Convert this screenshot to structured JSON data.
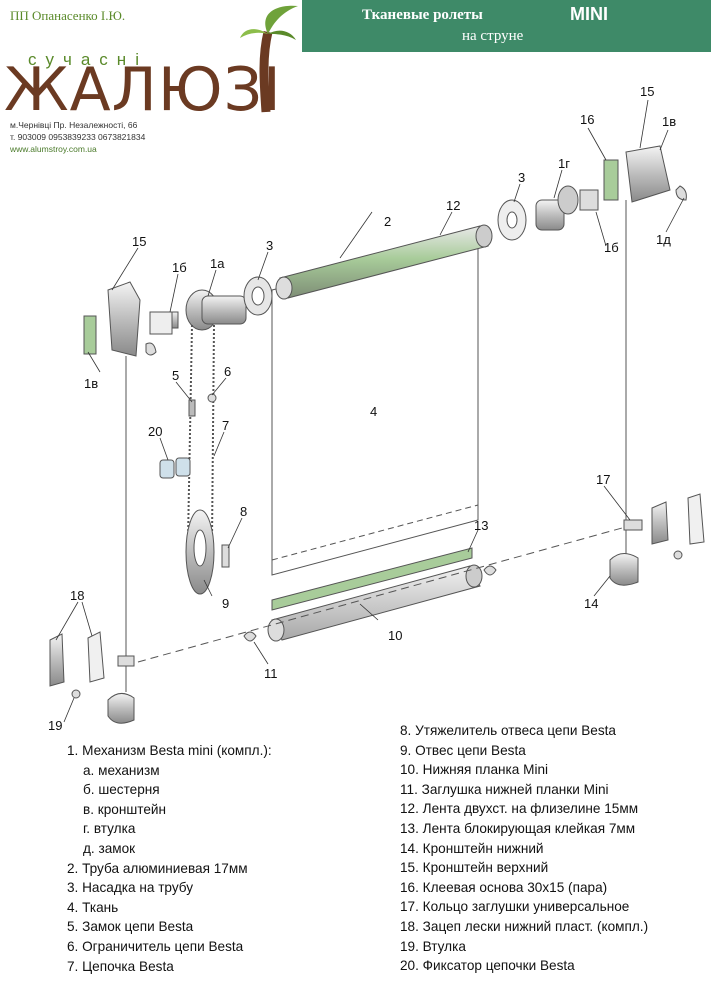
{
  "header": {
    "company": "ПП Опанасенко І.Ю.",
    "brand_small": "сучасні",
    "brand_big": "ЖАЛЮЗІ",
    "address": "м.Чернівці Пр. Незалежності, 66",
    "phones": "т. 903009  0953839233  0673821834",
    "website": "www.alumstroy.com.ua"
  },
  "banner": {
    "title": "Тканевые ролеты",
    "model": "MINI",
    "subtitle": "на струне",
    "color": "#3e8a68"
  },
  "diagram_labels": {
    "l15a": "15",
    "l1b_a": "1б",
    "l1a": "1а",
    "l3a": "3",
    "l1v_a": "1в",
    "l5": "5",
    "l6": "6",
    "l20": "20",
    "l7": "7",
    "l8": "8",
    "l9": "9",
    "l4": "4",
    "l2": "2",
    "l12": "12",
    "l3b": "3",
    "l1g": "1г",
    "l16": "16",
    "l15b": "15",
    "l1v_b": "1в",
    "l1b_b": "1б",
    "l1d": "1д",
    "l17": "17",
    "l13": "13",
    "l14": "14",
    "l10": "10",
    "l11": "11",
    "l18": "18",
    "l19": "19"
  },
  "legend": {
    "left": [
      "1. Механизм Besta mini (компл.):",
      "а. механизм",
      "б. шестерня",
      "в. кронштейн",
      "г. втулка",
      "д. замок",
      "2. Труба алюминиевая 17мм",
      "3. Насадка на трубу",
      "4. Ткань",
      "5. Замок цепи Besta",
      "6. Ограничитель цепи Besta",
      " 7. Цепочка Besta"
    ],
    "right": [
      "8. Утяжелитель отвеса цепи Besta",
      "  9. Отвес цепи Besta",
      "10. Нижняя планка Mini",
      "11. Заглушка нижней планки Mini",
      "12. Лента двухст. на флизелине 15мм",
      "13. Лента блокирующая клейкая 7мм",
      "14. Кронштейн нижний",
      "15. Кронштейн верхний",
      "16. Клеевая основа 30х15 (пара)",
      "17. Кольцо заглушки универсальное",
      "18. Зацеп лески нижний пласт. (компл.)",
      "19. Втулка",
      "20. Фиксатор цепочки Besta"
    ]
  },
  "colors": {
    "tape": "#a8cc9a",
    "brand_green": "#5a8a2a",
    "brand_brown": "#6b3a22"
  },
  "icons": [
    "palm-leaf-logo"
  ]
}
